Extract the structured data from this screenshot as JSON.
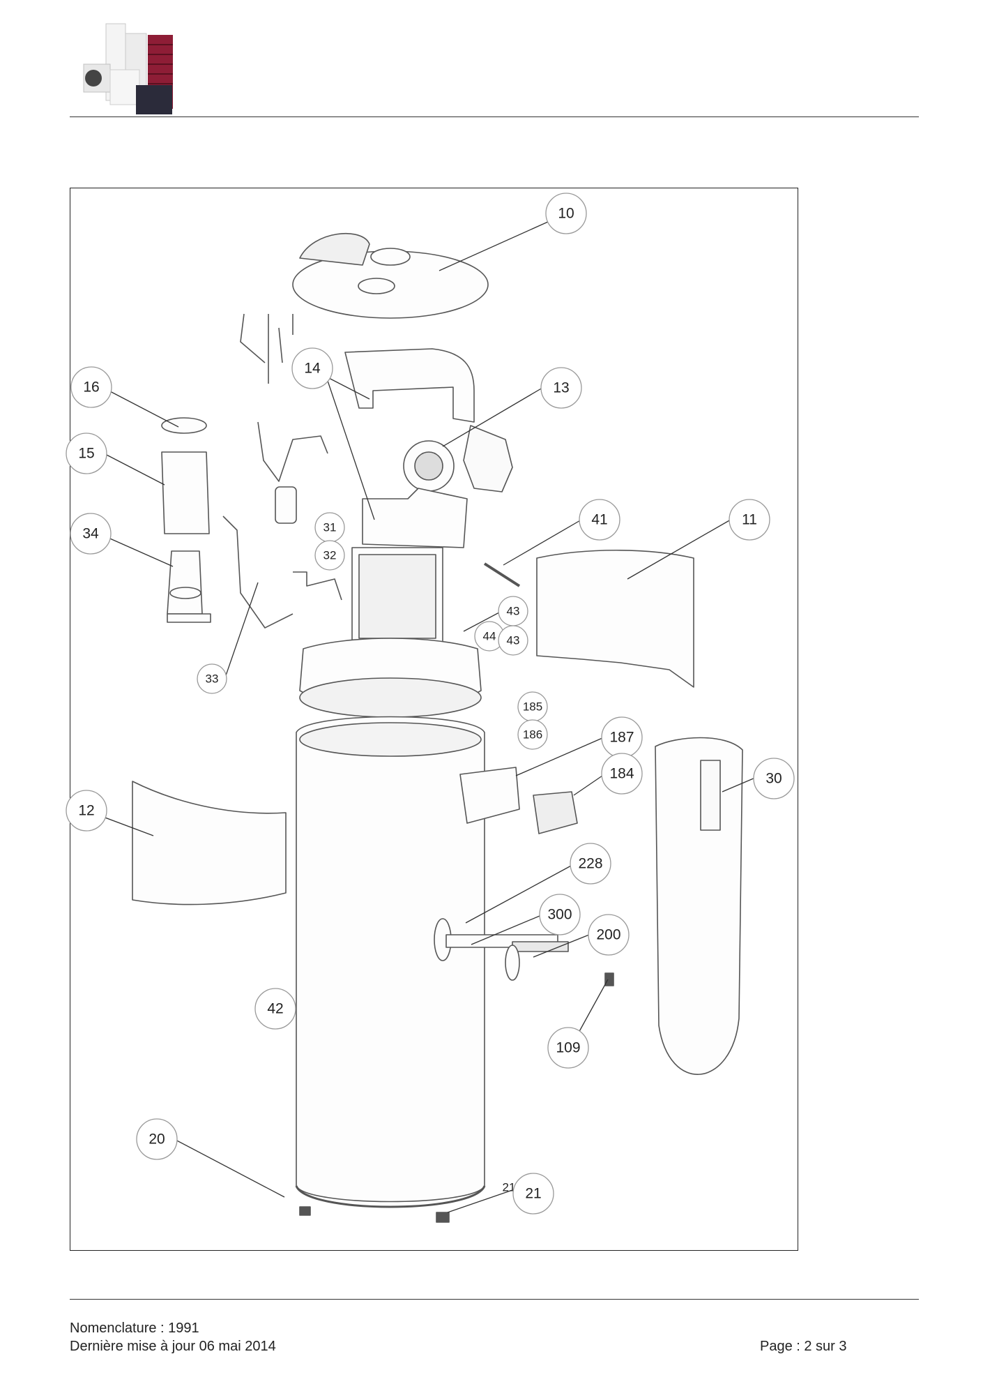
{
  "header": {
    "logo_icon": "product-range-logo"
  },
  "diagram": {
    "callouts": [
      "10",
      "14",
      "13",
      "16",
      "15",
      "34",
      "31",
      "32",
      "41",
      "11",
      "43",
      "44",
      "43",
      "33",
      "185",
      "186",
      "187",
      "184",
      "30",
      "12",
      "228",
      "300",
      "200",
      "42",
      "109",
      "20",
      "21",
      "21"
    ]
  },
  "footer": {
    "nomenclature": "Nomenclature : 1991",
    "updated": "Dernière mise à jour 06 mai 2014",
    "page": "Page : 2 sur 3"
  }
}
